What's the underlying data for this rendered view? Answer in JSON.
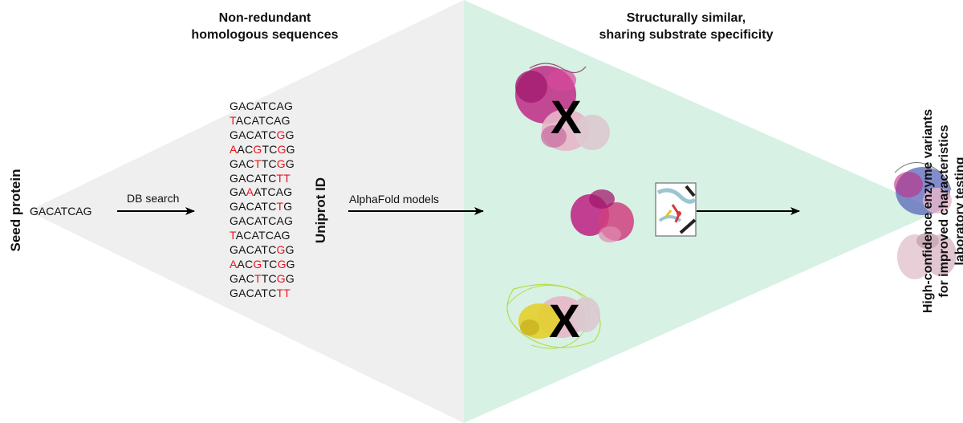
{
  "seed": {
    "title": "Seed protein",
    "sequence": "GACATCAG"
  },
  "db_search": {
    "label": "DB search"
  },
  "homologs": {
    "title_line1": "Non-redundant",
    "title_line2": "homologous sequences",
    "sequences": [
      [
        {
          "t": "GACATCAG",
          "m": false
        }
      ],
      [
        {
          "t": "T",
          "m": true
        },
        {
          "t": "ACATCAG",
          "m": false
        }
      ],
      [
        {
          "t": "GACATC",
          "m": false
        },
        {
          "t": "G",
          "m": true
        },
        {
          "t": "G",
          "m": false
        }
      ],
      [
        {
          "t": "A",
          "m": true
        },
        {
          "t": "AC",
          "m": false
        },
        {
          "t": "G",
          "m": true
        },
        {
          "t": "TC",
          "m": false
        },
        {
          "t": "G",
          "m": true
        },
        {
          "t": "G",
          "m": false
        }
      ],
      [
        {
          "t": "GAC",
          "m": false
        },
        {
          "t": "T",
          "m": true
        },
        {
          "t": "TC",
          "m": false
        },
        {
          "t": "G",
          "m": true
        },
        {
          "t": "G",
          "m": false
        }
      ],
      [
        {
          "t": "GACATC",
          "m": false
        },
        {
          "t": "TT",
          "m": true
        }
      ],
      [
        {
          "t": "GA",
          "m": false
        },
        {
          "t": "A",
          "m": true
        },
        {
          "t": "ATCAG",
          "m": false
        }
      ],
      [
        {
          "t": "GACATC",
          "m": false
        },
        {
          "t": "T",
          "m": true
        },
        {
          "t": "G",
          "m": false
        }
      ],
      [
        {
          "t": "GACATCAG",
          "m": false
        }
      ],
      [
        {
          "t": "T",
          "m": true
        },
        {
          "t": "ACATCAG",
          "m": false
        }
      ],
      [
        {
          "t": "GACATC",
          "m": false
        },
        {
          "t": "G",
          "m": true
        },
        {
          "t": "G",
          "m": false
        }
      ],
      [
        {
          "t": "A",
          "m": true
        },
        {
          "t": "AC",
          "m": false
        },
        {
          "t": "G",
          "m": true
        },
        {
          "t": "TC",
          "m": false
        },
        {
          "t": "G",
          "m": true
        },
        {
          "t": "G",
          "m": false
        }
      ],
      [
        {
          "t": "GAC",
          "m": false
        },
        {
          "t": "T",
          "m": true
        },
        {
          "t": "TC",
          "m": false
        },
        {
          "t": "G",
          "m": true
        },
        {
          "t": "G",
          "m": false
        }
      ],
      [
        {
          "t": "GACATC",
          "m": false
        },
        {
          "t": "TT",
          "m": true
        }
      ]
    ]
  },
  "uniprot": {
    "label": "Uniprot ID"
  },
  "alphafold": {
    "label": "AlphaFold models"
  },
  "structural": {
    "title_line1": "Structurally similar,",
    "title_line2": "sharing substrate specificity"
  },
  "models": {
    "rejected_mark": "X"
  },
  "output": {
    "line1": "High-confidence enzyme variants",
    "line2": "for improved characteristics",
    "line3": "laboratory testing"
  },
  "colors": {
    "grey_region": "#efefef",
    "green_region": "#d7f1e4",
    "mutation": "#e8141c",
    "protein_magenta": "#c02a86",
    "protein_pink": "#e7b6c9",
    "protein_yellow": "#e3cf2c",
    "protein_blue": "#5866b8"
  }
}
